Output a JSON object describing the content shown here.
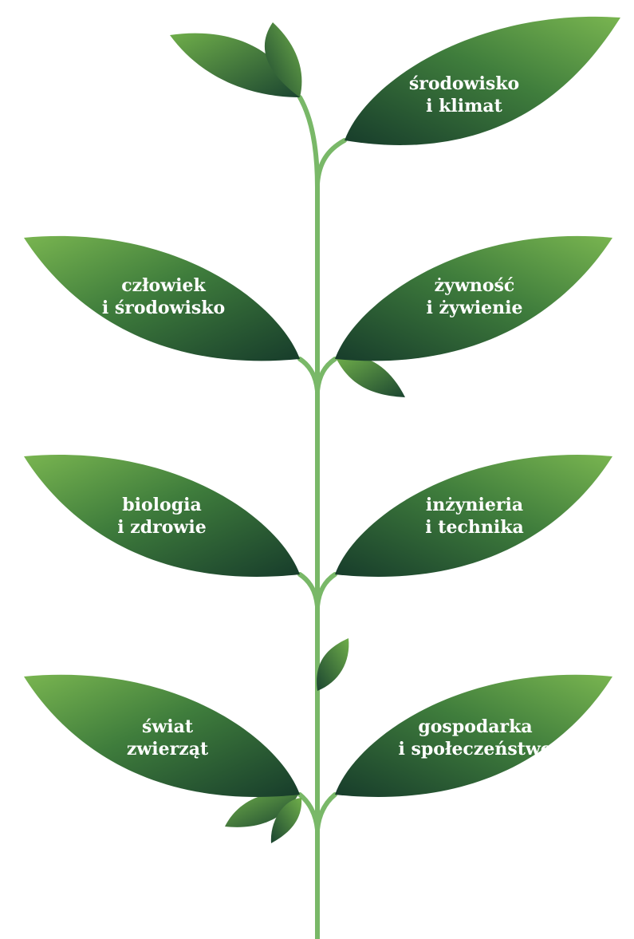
{
  "leaves": [
    {
      "id": "srodowisko-i-klimat",
      "line1": "środowisko",
      "line2": "i klimat"
    },
    {
      "id": "czlowiek-i-srodowisko",
      "line1": "człowiek",
      "line2": "i środowisko"
    },
    {
      "id": "zywnosc-i-zywienie",
      "line1": "żywność",
      "line2": "i żywienie"
    },
    {
      "id": "biologia-i-zdrowie",
      "line1": "biologia",
      "line2": "i zdrowie"
    },
    {
      "id": "inzynieria-i-technika",
      "line1": "inżynieria",
      "line2": "i technika"
    },
    {
      "id": "swiat-zwierzat",
      "line1": "świat",
      "line2": "zwierząt"
    },
    {
      "id": "gospodarka-i-spoleczenstwo",
      "line1": "gospodarka",
      "line2": "i społeczeństwo"
    }
  ],
  "colors": {
    "leaf_light": "#79b550",
    "leaf_mid": "#3d7a3a",
    "leaf_dark": "#173c2b",
    "stem": "#79b868",
    "label": "#ffffff"
  }
}
